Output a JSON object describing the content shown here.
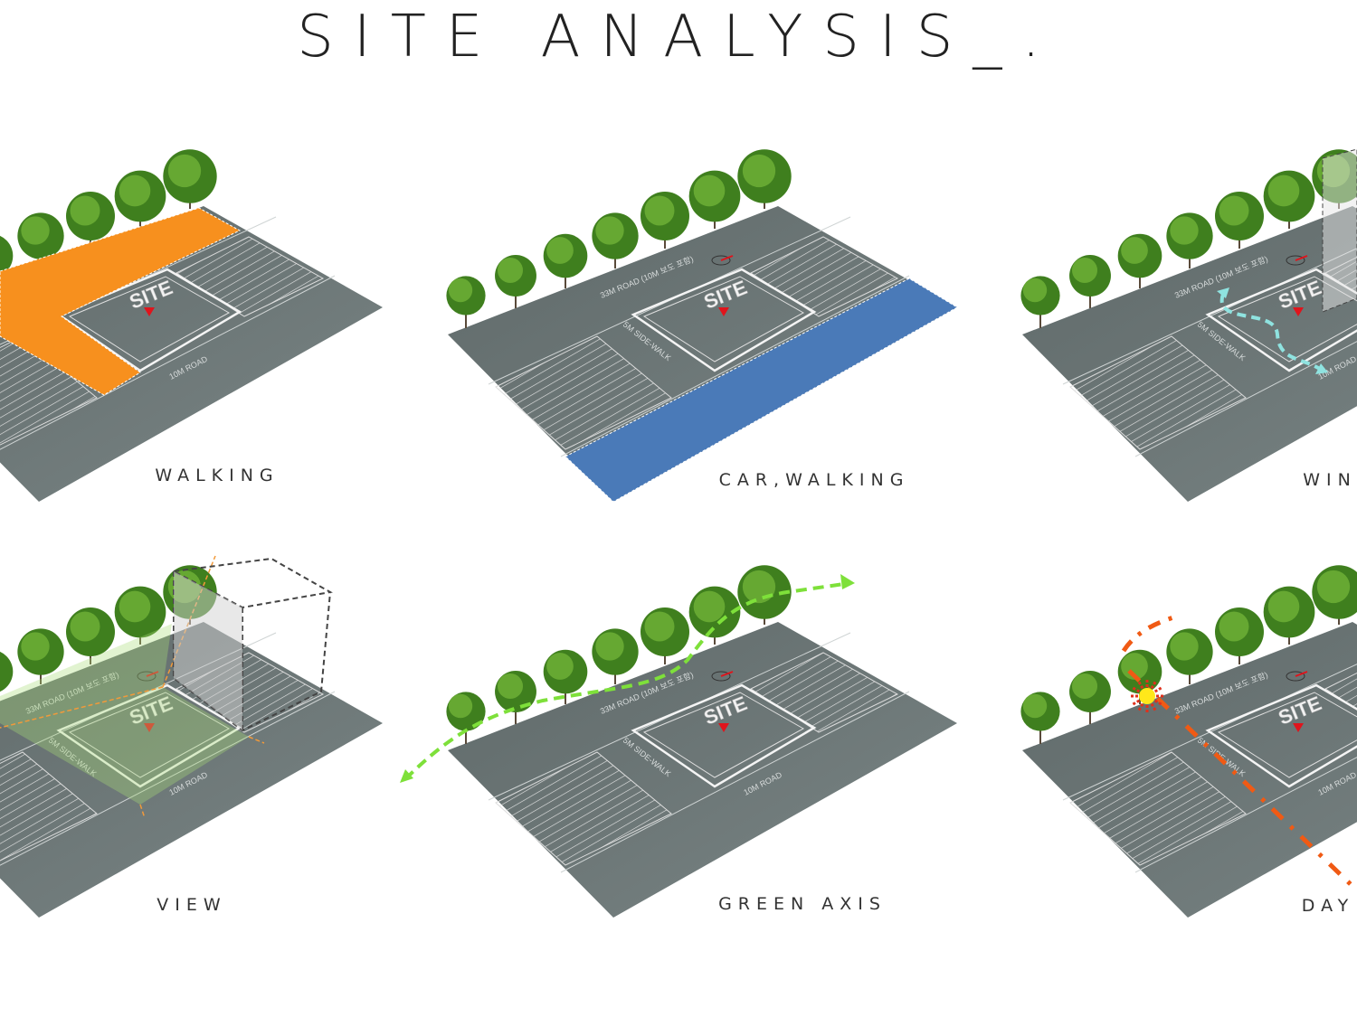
{
  "title": "SITE ANALYSIS_.",
  "labels": {
    "site": "SITE",
    "main_road": "33M ROAD (10M 보도 포함)",
    "sidewalk": "5M SIDE-WALK",
    "side_road": "10M ROAD"
  },
  "panels": [
    {
      "id": "walking",
      "caption": "WALKING",
      "overlay": "orange-walkway",
      "color": "#f7901e"
    },
    {
      "id": "car-walking",
      "caption": "CAR,WALKING",
      "overlay": "blue-road",
      "color": "#4a7ab8"
    },
    {
      "id": "wind",
      "caption": "WIN",
      "overlay": "wind-arrow",
      "color": "#8fe3e0"
    },
    {
      "id": "view",
      "caption": "VIEW",
      "overlay": "view-cone",
      "color": "#f29a3a"
    },
    {
      "id": "green-axis",
      "caption": "GREEN AXIS",
      "overlay": "green-arrow",
      "color": "#7ee03a"
    },
    {
      "id": "day",
      "caption": "DAY",
      "overlay": "sun-path",
      "color": "#f05a14"
    }
  ],
  "colors": {
    "slab": "#6b7676",
    "tree": "#4a8a22",
    "marker": "#e0141c"
  }
}
